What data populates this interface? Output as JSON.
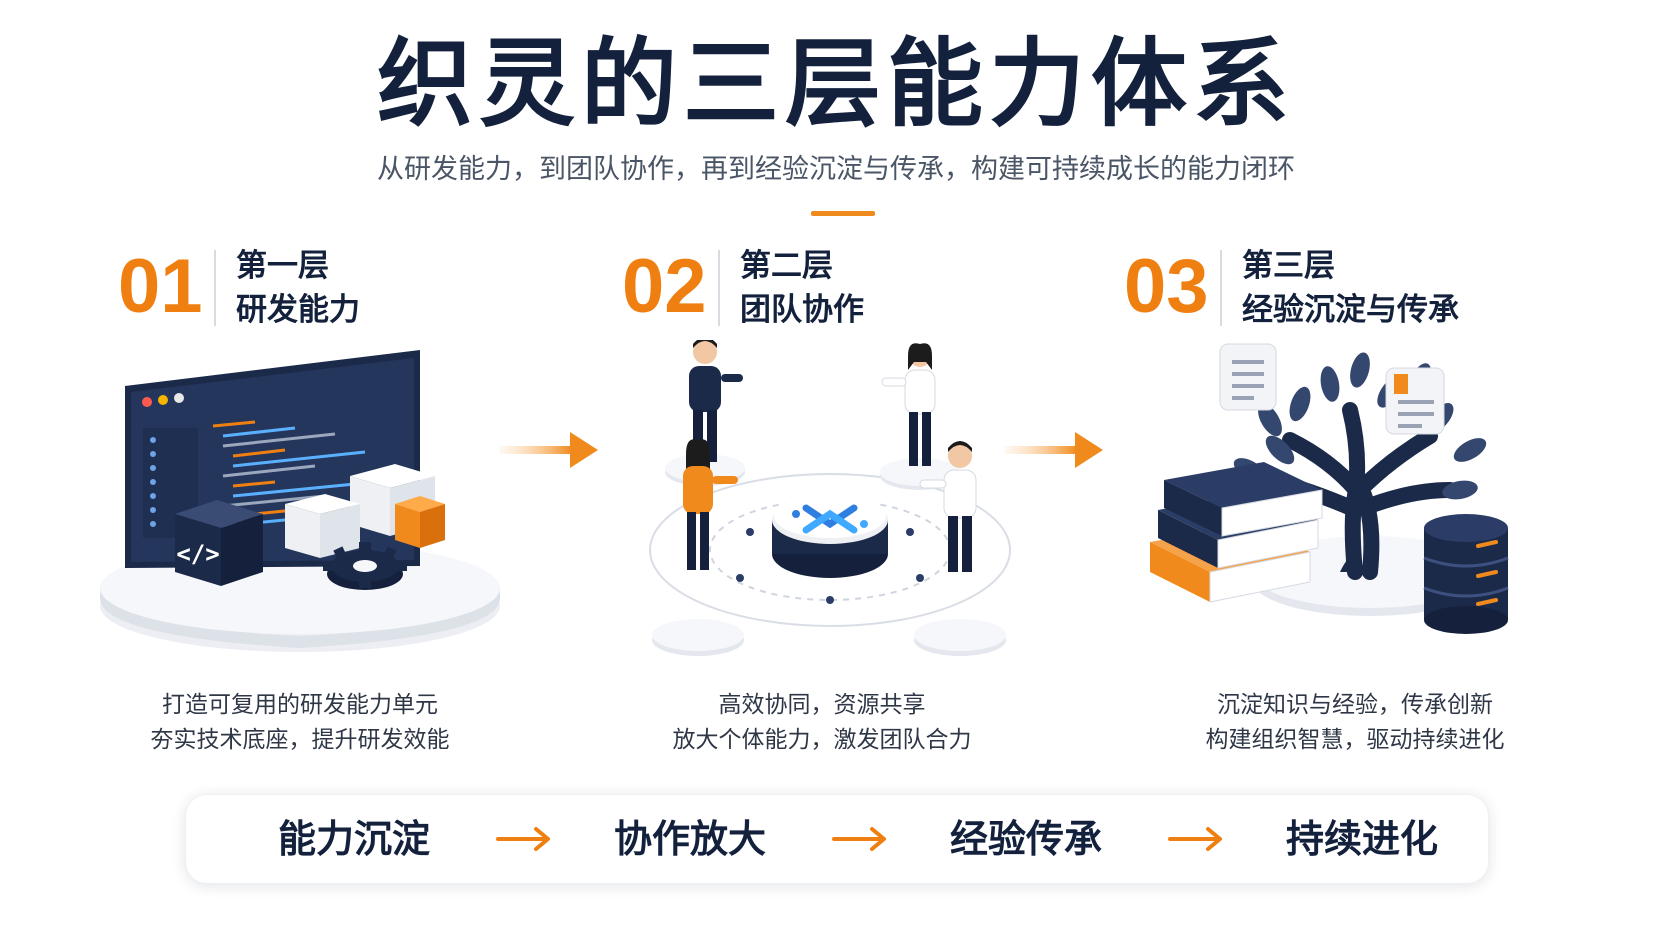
{
  "title": "织灵的三层能力体系",
  "subtitle": "从研发能力，到团队协作，再到经验沉淀与传承，构建可持续成长的能力闭环",
  "colors": {
    "accent": "#f07f12",
    "navy": "#14213d",
    "blue": "#2f7fe0"
  },
  "layers": [
    {
      "num": "01",
      "kicker": "第一层",
      "name": "研发能力",
      "desc": [
        "打造可复用的研发能力单元",
        "夯实技术底座，提升研发效能"
      ],
      "icons": [
        "code-monitor-icon",
        "code-cube-icon",
        "gear-icon"
      ]
    },
    {
      "num": "02",
      "kicker": "第二层",
      "name": "团队协作",
      "desc": [
        "高效协同，资源共享",
        "放大个体能力，激发团队合力"
      ],
      "icons": [
        "team-people-icon",
        "hub-logo-icon"
      ]
    },
    {
      "num": "03",
      "kicker": "第三层",
      "name": "经验沉淀与传承",
      "desc": [
        "沉淀知识与经验，传承创新",
        "构建组织智慧，驱动持续进化"
      ],
      "icons": [
        "knowledge-tree-icon",
        "books-icon",
        "database-icon",
        "document-icon"
      ]
    }
  ],
  "chain": [
    "能力沉淀",
    "协作放大",
    "经验传承",
    "持续进化"
  ]
}
